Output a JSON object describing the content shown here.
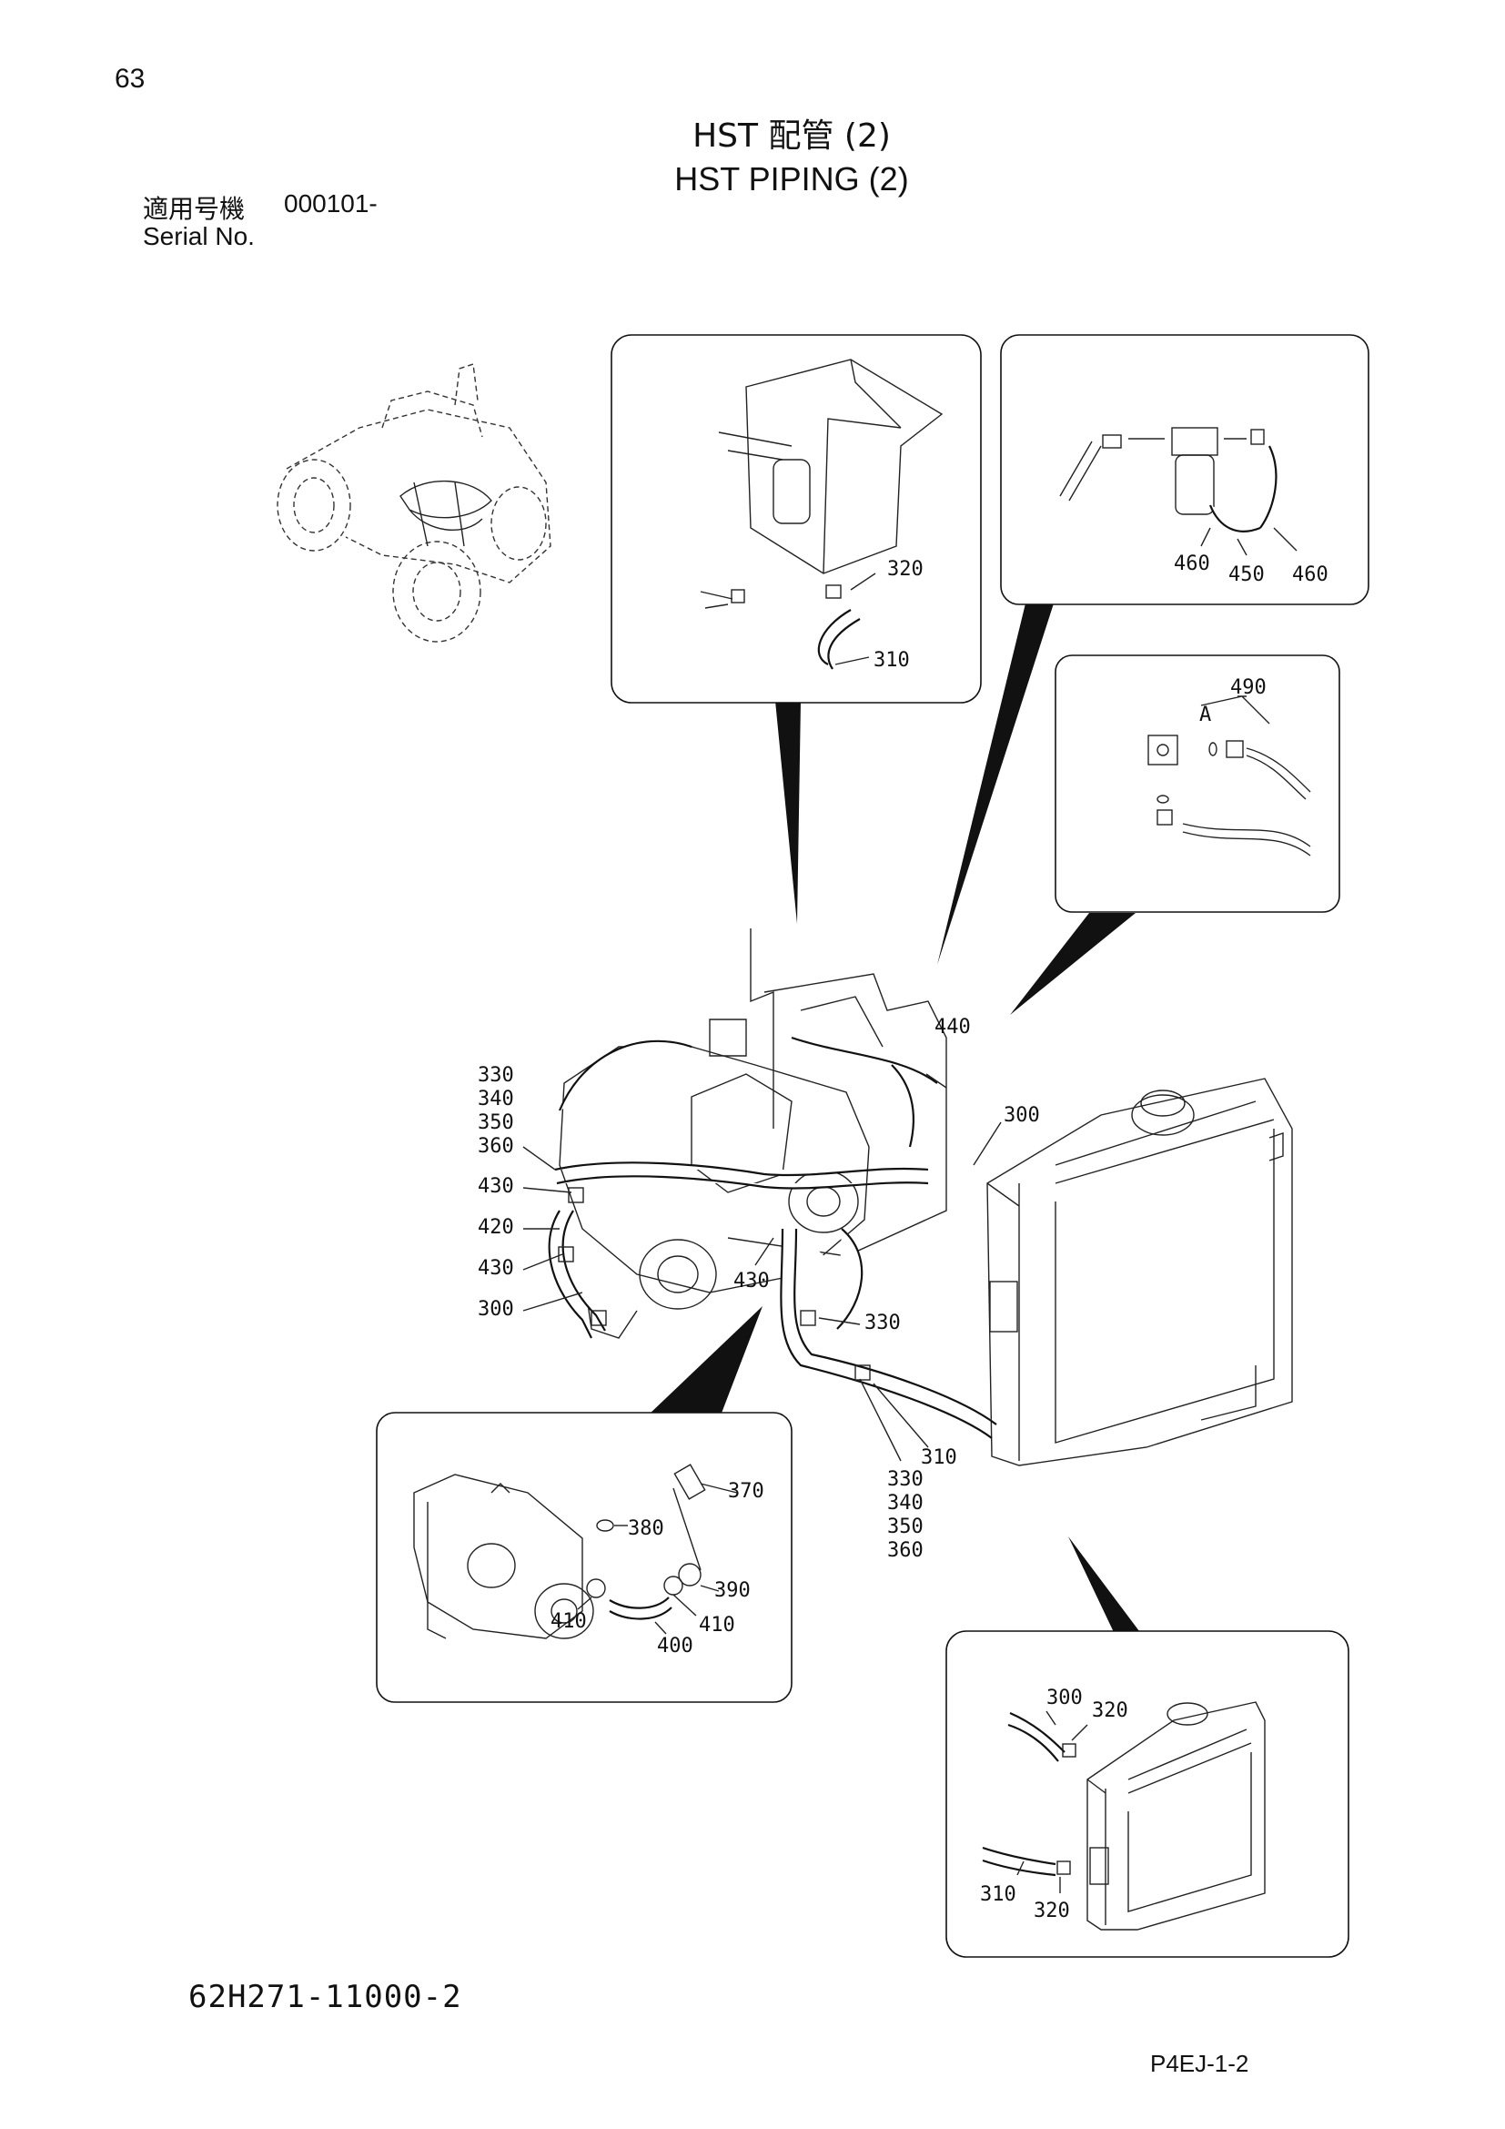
{
  "header": {
    "page_number": "63",
    "title_jp": "HST 配管 (2)",
    "title_en": "HST PIPING (2)",
    "serial_label_jp": "適用号機",
    "serial_value": "000101-",
    "serial_label_en": "Serial No."
  },
  "footer": {
    "document_id": "62H271-11000-2",
    "page_ref": "P4EJ-1-2"
  },
  "callouts": {
    "tl_320": "320",
    "tl_310": "310",
    "tr_460a": "460",
    "tr_450": "450",
    "tr_460b": "460",
    "mr_490": "490",
    "mr_A": "A",
    "m_440": "440",
    "m_300a": "300",
    "m_330a": "330",
    "m_340a": "340",
    "m_350a": "350",
    "m_360a": "360",
    "m_430a": "430",
    "m_420": "420",
    "m_430b": "430",
    "m_300b": "300",
    "m_430c": "430",
    "m_330b": "330",
    "m_310": "310",
    "m_330c": "330",
    "m_340b": "340",
    "m_350b": "350",
    "m_360b": "360",
    "bl_370": "370",
    "bl_380": "380",
    "bl_390": "390",
    "bl_410a": "410",
    "bl_410b": "410",
    "bl_400": "400",
    "br_300": "300",
    "br_320a": "320",
    "br_310": "310",
    "br_320b": "320"
  }
}
